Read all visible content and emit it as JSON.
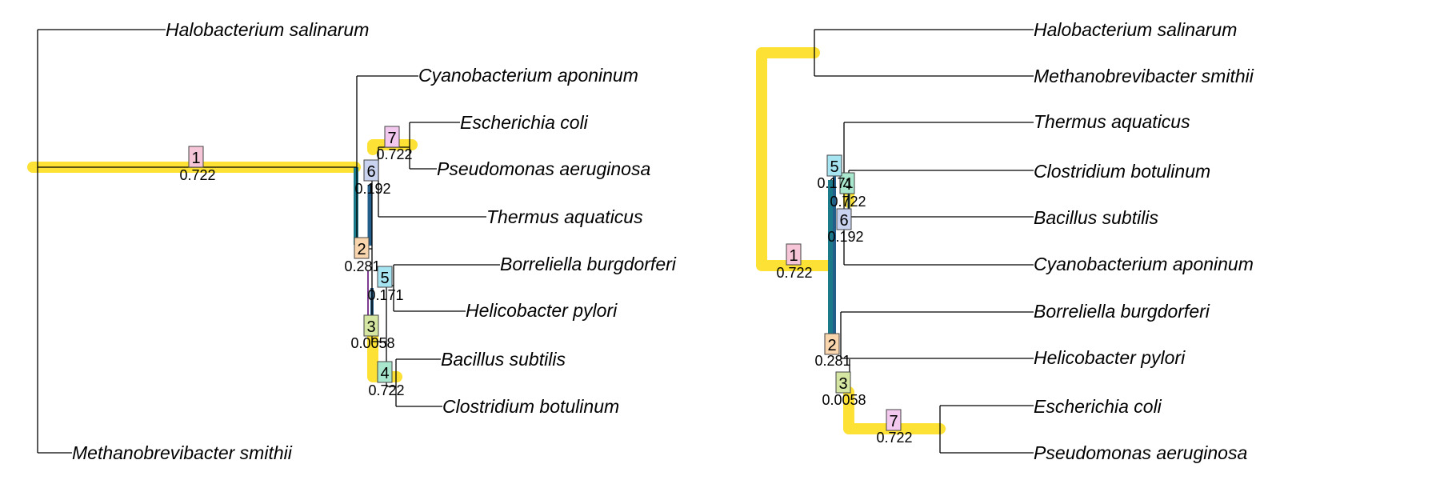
{
  "colors": {
    "highlight": "#fde135",
    "branch": "#000000",
    "assoc_teal": "#1a7a8a",
    "assoc_blue": "#235d8a",
    "assoc_purple": "#7e3b92",
    "node_fill": {
      "1": "#f6c6d8",
      "2": "#f8d5ad",
      "3": "#d5e6a2",
      "4": "#a8e6cd",
      "5": "#a6e4f2",
      "6": "#c9d3ef",
      "7": "#f2c8ef"
    }
  },
  "left_tree": {
    "taxa": [
      "Halobacterium salinarum",
      "Cyanobacterium aponinum",
      "Escherichia coli",
      "Pseudomonas aeruginosa",
      "Thermus aquaticus",
      "Borreliella burgdorferi",
      "Helicobacter pylori",
      "Bacillus subtilis",
      "Clostridium botulinum",
      "Methanobrevibacter smithii"
    ],
    "nodes": [
      {
        "id": "1",
        "value": "0.722"
      },
      {
        "id": "2",
        "value": "0.281"
      },
      {
        "id": "3",
        "value": "0.0058"
      },
      {
        "id": "4",
        "value": "0.722"
      },
      {
        "id": "5",
        "value": "0.171"
      },
      {
        "id": "6",
        "value": "0.192"
      },
      {
        "id": "7",
        "value": "0.722"
      }
    ]
  },
  "right_tree": {
    "taxa": [
      "Halobacterium salinarum",
      "Methanobrevibacter smithii",
      "Thermus aquaticus",
      "Clostridium botulinum",
      "Bacillus subtilis",
      "Cyanobacterium aponinum",
      "Borreliella burgdorferi",
      "Helicobacter pylori",
      "Escherichia coli",
      "Pseudomonas aeruginosa"
    ],
    "nodes": [
      {
        "id": "1",
        "value": "0.722"
      },
      {
        "id": "2",
        "value": "0.281"
      },
      {
        "id": "3",
        "value": "0.0058"
      },
      {
        "id": "4",
        "value": "0.722"
      },
      {
        "id": "5",
        "value": "0.171"
      },
      {
        "id": "6",
        "value": "0.192"
      },
      {
        "id": "7",
        "value": "0.722"
      }
    ]
  }
}
